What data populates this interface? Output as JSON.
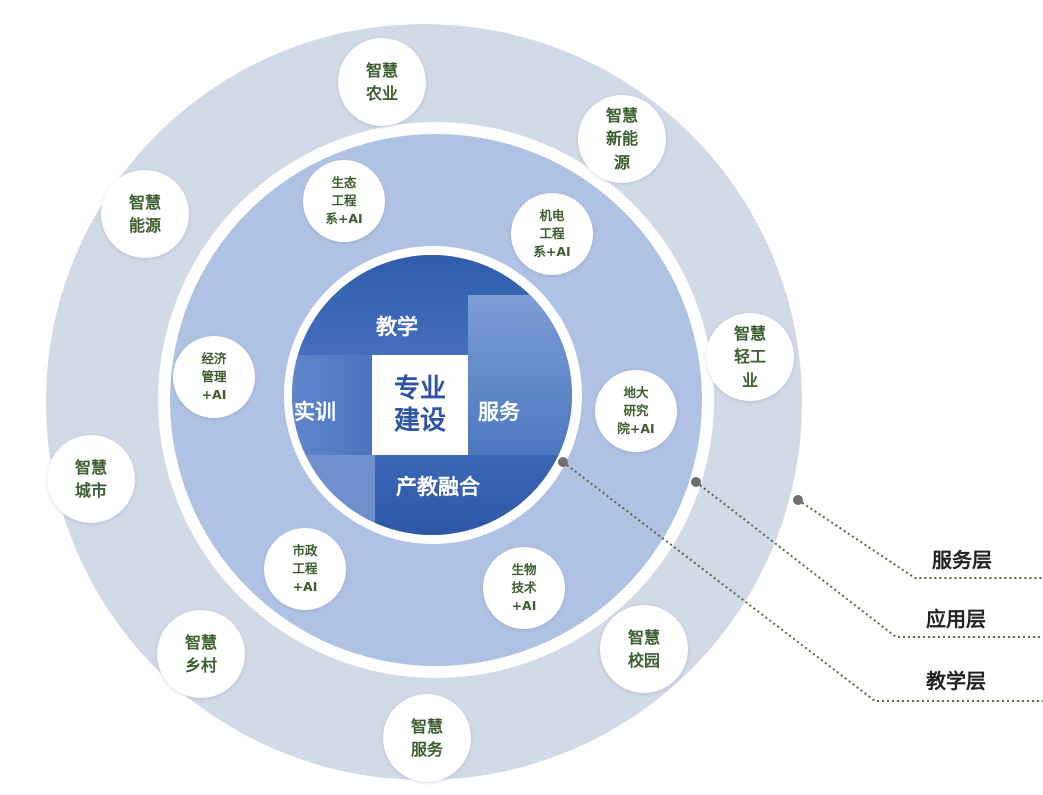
{
  "core": {
    "center": "专业\n建设",
    "top": "教学",
    "left": "实训",
    "right": "服务",
    "bottom": "产教融合"
  },
  "inner_ring": [
    {
      "label": "生态\n工程\n系+AI"
    },
    {
      "label": "机电\n工程\n系+AI"
    },
    {
      "label": "经济\n管理\n+AI"
    },
    {
      "label": "地大\n研究\n院+AI"
    },
    {
      "label": "市政\n工程\n+AI"
    },
    {
      "label": "生物\n技术\n+AI"
    }
  ],
  "outer_ring": [
    {
      "label": "智慧\n农业"
    },
    {
      "label": "智慧\n新能\n源"
    },
    {
      "label": "智慧\n能源"
    },
    {
      "label": "智慧\n轻工\n业"
    },
    {
      "label": "智慧\n城市"
    },
    {
      "label": "智慧\n乡村"
    },
    {
      "label": "智慧\n校园"
    },
    {
      "label": "智慧\n服务"
    }
  ],
  "layers": [
    {
      "label": "服务层"
    },
    {
      "label": "应用层"
    },
    {
      "label": "教学层"
    }
  ],
  "colors": {
    "outer_ring": "#d2d9e7",
    "middle_ring": "#b0c2e3",
    "core_blue": "#2f5cae",
    "bubble_text": "#3d5e2f",
    "leader_line": "#556b3a"
  }
}
